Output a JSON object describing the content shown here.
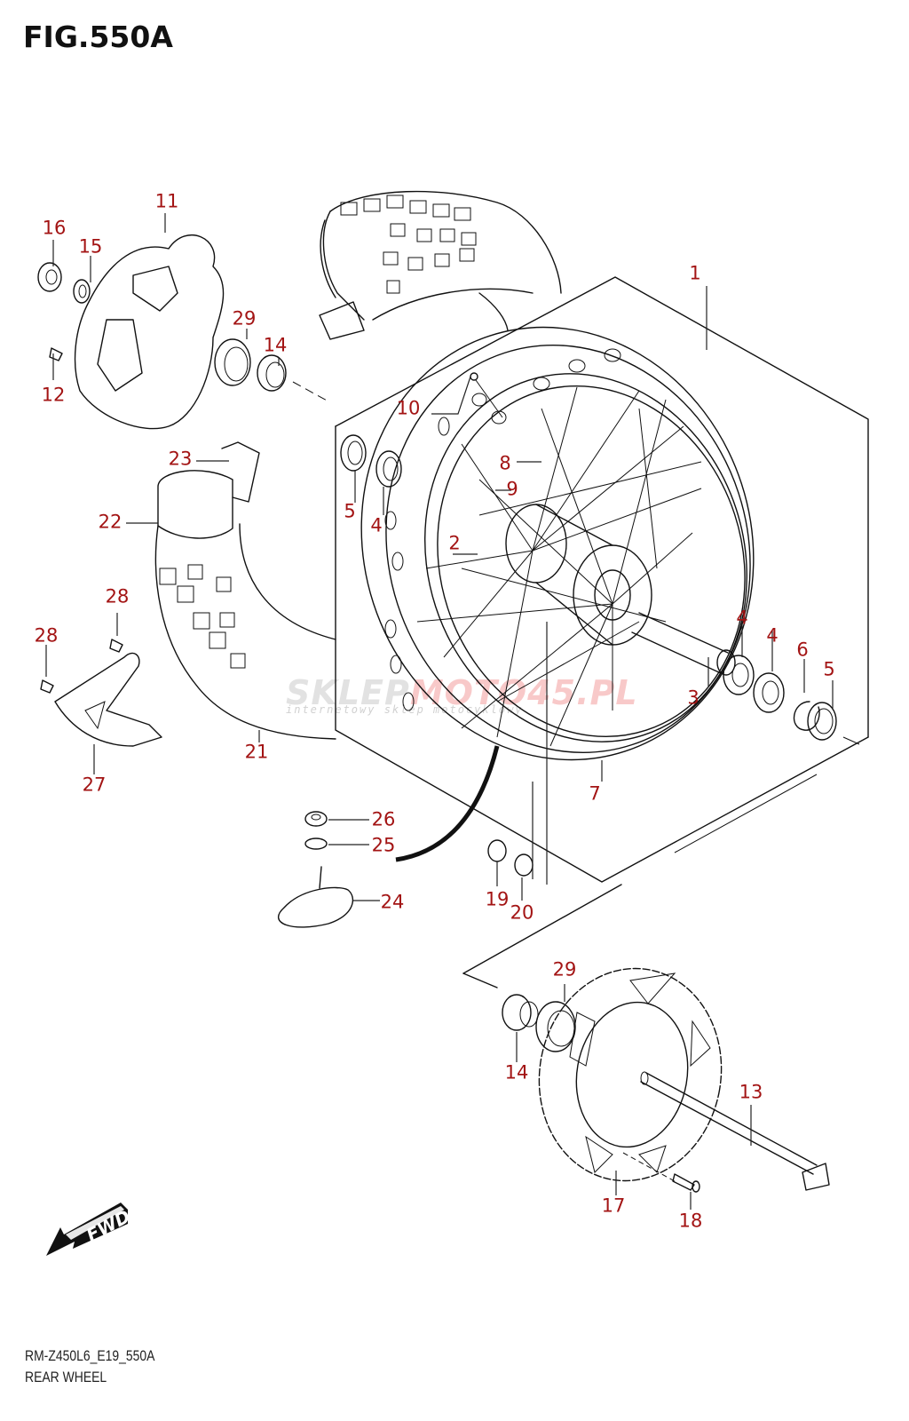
{
  "figure": {
    "title": "FIG.550A",
    "model_code": "RM-Z450L6_E19_550A",
    "name": "REAR WHEEL"
  },
  "colors": {
    "callout": "#a31414",
    "line": "#111111",
    "background": "#ffffff"
  },
  "watermark": {
    "brand_left": "SKLEP",
    "brand_right": "MOTO45.PL",
    "tagline": "internetowy sklep motocyklowy"
  },
  "direction_indicator": {
    "label": "FWD",
    "icon": "fwd-arrow-icon"
  },
  "callouts": [
    {
      "id": "1",
      "part": "wheel-assembly"
    },
    {
      "id": "2",
      "part": "hub"
    },
    {
      "id": "3",
      "part": "axle-spacer"
    },
    {
      "id": "4",
      "part": "bearing"
    },
    {
      "id": "4b",
      "label": "4",
      "part": "bearing"
    },
    {
      "id": "4c",
      "label": "4",
      "part": "bearing-left"
    },
    {
      "id": "5",
      "part": "dust-seal"
    },
    {
      "id": "5b",
      "label": "5",
      "part": "dust-seal-left"
    },
    {
      "id": "6",
      "part": "circlip"
    },
    {
      "id": "7",
      "part": "rim"
    },
    {
      "id": "8",
      "part": "spoke-set"
    },
    {
      "id": "9",
      "part": "spoke-set-2"
    },
    {
      "id": "10",
      "part": "nipple"
    },
    {
      "id": "11",
      "part": "brake-disc"
    },
    {
      "id": "12",
      "part": "disc-bolt"
    },
    {
      "id": "13",
      "part": "axle"
    },
    {
      "id": "14",
      "part": "spacer"
    },
    {
      "id": "14b",
      "label": "14",
      "part": "spacer-lower"
    },
    {
      "id": "15",
      "part": "washer"
    },
    {
      "id": "16",
      "part": "axle-nut"
    },
    {
      "id": "17",
      "part": "sprocket"
    },
    {
      "id": "18",
      "part": "sprocket-bolt"
    },
    {
      "id": "19",
      "part": "sprocket-nut"
    },
    {
      "id": "20",
      "part": "sprocket-washer"
    },
    {
      "id": "21",
      "part": "tire"
    },
    {
      "id": "22",
      "part": "tube"
    },
    {
      "id": "23",
      "part": "rim-band"
    },
    {
      "id": "24",
      "part": "rim-lock"
    },
    {
      "id": "25",
      "part": "rim-lock-washer"
    },
    {
      "id": "26",
      "part": "rim-lock-nut"
    },
    {
      "id": "27",
      "part": "disc-guard"
    },
    {
      "id": "28",
      "part": "guard-bolt"
    },
    {
      "id": "28b",
      "label": "28",
      "part": "guard-bolt-2"
    },
    {
      "id": "29",
      "part": "dust-cover"
    },
    {
      "id": "29b",
      "label": "29",
      "part": "dust-cover-lower"
    }
  ],
  "labels": {
    "c1": "1",
    "c2": "2",
    "c3": "3",
    "c4a": "4",
    "c4b": "4",
    "c4c": "4",
    "c5a": "5",
    "c5b": "5",
    "c6": "6",
    "c7": "7",
    "c8": "8",
    "c9": "9",
    "c10": "10",
    "c11": "11",
    "c12": "12",
    "c13": "13",
    "c14a": "14",
    "c14b": "14",
    "c15": "15",
    "c16": "16",
    "c17": "17",
    "c18": "18",
    "c19": "19",
    "c20": "20",
    "c21": "21",
    "c22": "22",
    "c23": "23",
    "c24": "24",
    "c25": "25",
    "c26": "26",
    "c27": "27",
    "c28a": "28",
    "c28b": "28",
    "c29a": "29",
    "c29b": "29"
  }
}
